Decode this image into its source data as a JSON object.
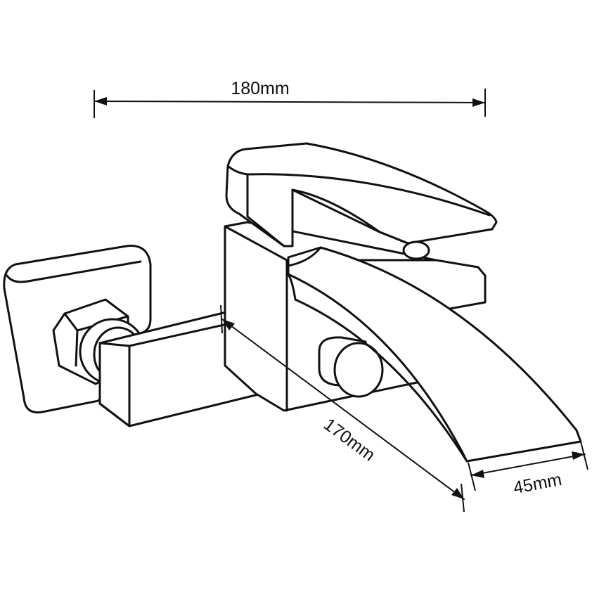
{
  "diagram": {
    "subject": "wall-mounted waterfall bath mixer",
    "stroke_color": "#111111",
    "background_color": "#ffffff",
    "dimensions": {
      "width_label": "180mm",
      "projection_label": "170mm",
      "spout_width_label": "45mm"
    }
  }
}
